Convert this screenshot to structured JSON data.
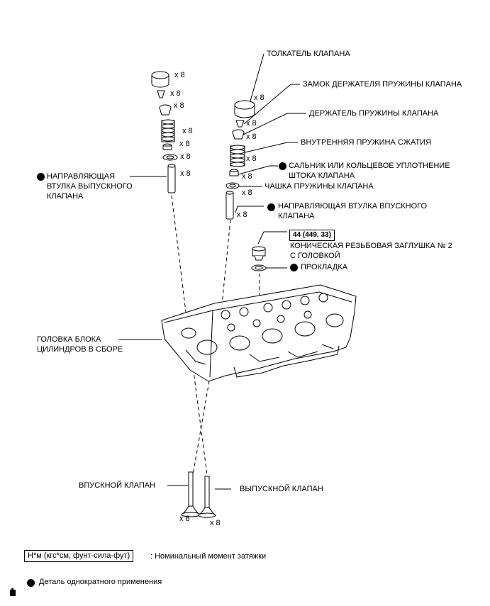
{
  "labels": {
    "tappet": "ТОЛКАТЕЛЬ КЛАПАНА",
    "lock": "ЗАМОК ДЕРЖАТЕЛЯ ПРУЖИНЫ КЛАПАНА",
    "retainer": "ДЕРЖАТЕЛЬ ПРУЖИНЫ КЛАПАНА",
    "inner_spring": "ВНУТРЕННЯЯ ПРУЖИНА СЖАТИЯ",
    "seal_line1": "САЛЬНИК ИЛИ КОЛЬЦЕВОЕ УПЛОТНЕНИЕ",
    "seal_line2": "ШТОКА КЛАПАНА",
    "spring_seat": "ЧАШКА ПРУЖИНЫ КЛАПАНА",
    "intake_guide_line1": "НАПРАВЛЯЮЩАЯ ВТУЛКА ВПУСКНОГО",
    "intake_guide_line2": "КЛАПАНА",
    "torque_value": "44 (449, 33)",
    "plug_line1": "КОНИЧЕСКАЯ РЕЗЬБОВАЯ ЗАГЛУШКА № 2",
    "plug_line2": "С ГОЛОВКОЙ",
    "gasket": "ПРОКЛАДКА",
    "exhaust_guide_line1": "НАПРАВЛЯЮЩАЯ",
    "exhaust_guide_line2": "ВТУЛКА ВЫПУСКНОГО",
    "exhaust_guide_line3": "КЛАПАНА",
    "head_line1": "ГОЛОВКА БЛОКА",
    "head_line2": "ЦИЛИНДРОВ В СБОРЕ",
    "intake_valve": "ВПУСКНОЙ КЛАПАН",
    "exhaust_valve": "ВЫПУСКНОЙ КЛАПАН"
  },
  "quantity": "x 8",
  "legend": {
    "torque_unit": "Н*м (кгс*см, фунт-сила-фут)",
    "torque_desc": ": Номинальный момент затяжки",
    "single_use": "Деталь однократного применения"
  }
}
